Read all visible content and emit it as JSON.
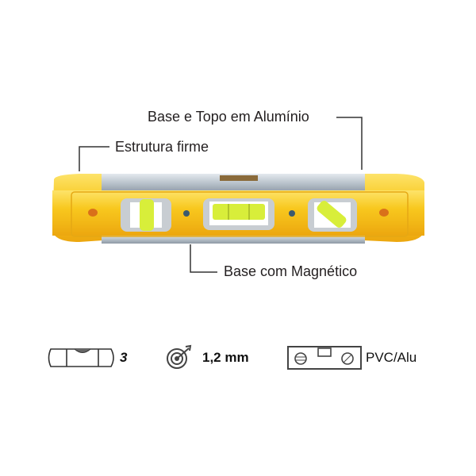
{
  "callouts": {
    "top_base": "Base e Topo em Alumínio",
    "structure": "Estrutura firme",
    "magnetic": "Base com Magnético"
  },
  "specs": {
    "vials_count": "3",
    "precision": "1,2 mm",
    "material": "PVC/Alu"
  },
  "colors": {
    "body_yellow": "#f7c21a",
    "aluminium": "#b9c3cc",
    "vial_green": "#d8ee3a"
  }
}
